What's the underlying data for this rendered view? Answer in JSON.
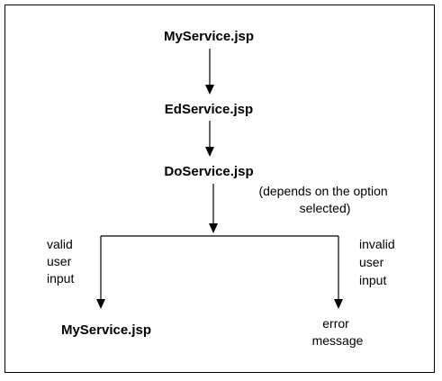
{
  "diagram": {
    "nodes": {
      "myservice_top": "MyService.jsp",
      "edservice": "EdService.jsp",
      "doservice": "DoService.jsp",
      "myservice_bottom": "MyService.jsp",
      "error_message": [
        "error",
        "message"
      ]
    },
    "annotations": {
      "depends_note": [
        "(depends on the option",
        "selected)"
      ],
      "valid_branch": [
        "valid",
        "user",
        "input"
      ],
      "invalid_branch": [
        "invalid",
        "user",
        "input"
      ]
    }
  }
}
